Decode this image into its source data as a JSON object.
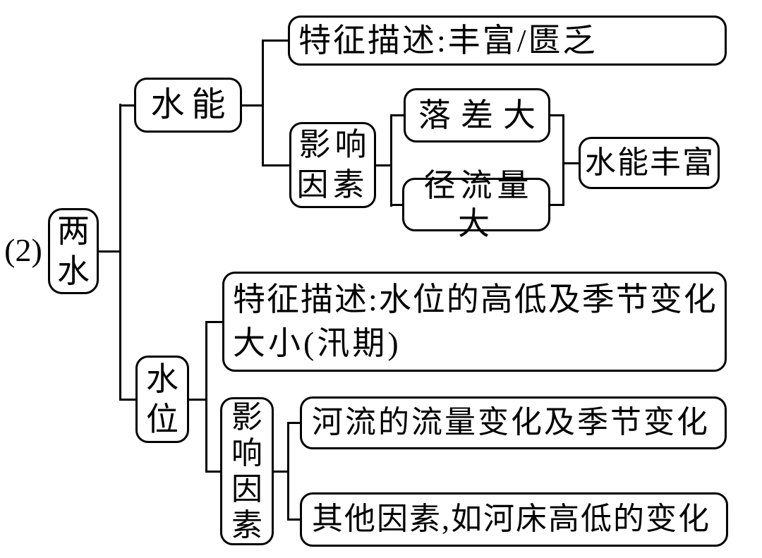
{
  "figure": {
    "prefix_label": "(2)",
    "colors": {
      "stroke": "#000000",
      "background": "#ffffff"
    },
    "tree": {
      "root": {
        "label": "两水"
      },
      "branches": [
        {
          "label": "水能",
          "feature": "特征描述:丰富/匮乏",
          "factors_label": "影响因素",
          "factors": [
            "落差大",
            "径流量大"
          ],
          "result": "水能丰富"
        },
        {
          "label": "水位",
          "feature_lines": [
            "特征描述:水位的高低及季节变化",
            "大小(汛期)"
          ],
          "factors_label": "影响因素",
          "factors": [
            "河流的流量变化及季节变化",
            "其他因素,如河床高低的变化"
          ]
        }
      ]
    }
  }
}
